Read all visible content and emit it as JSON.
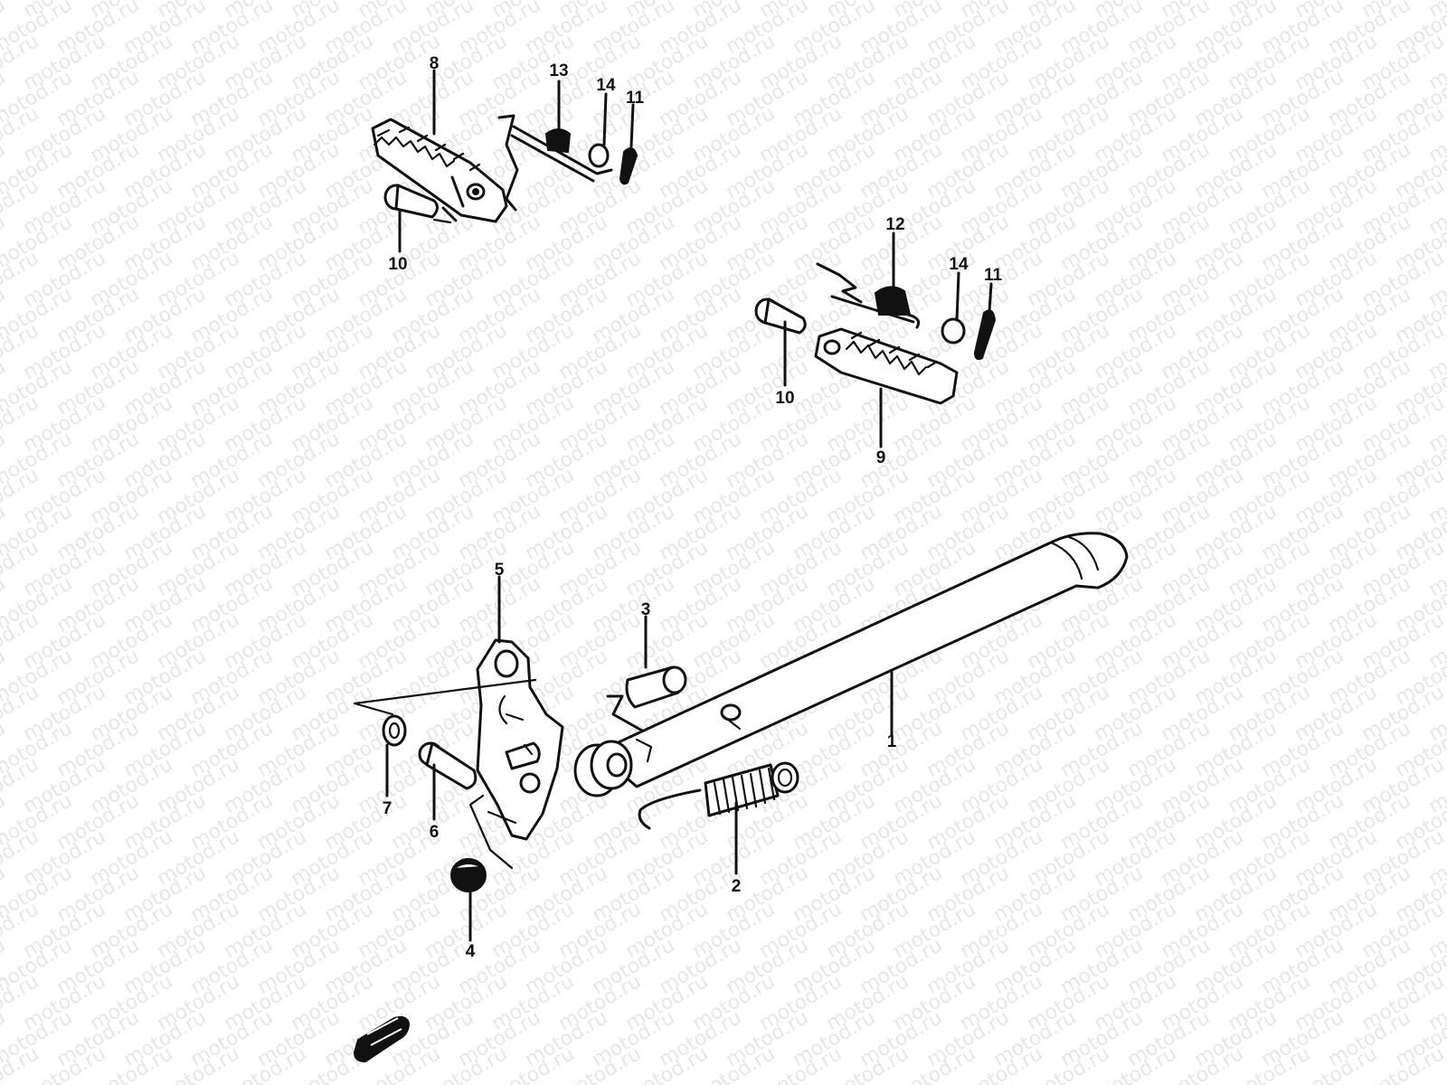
{
  "watermark": {
    "text": "motod.ru"
  },
  "callouts": [
    {
      "id": "c1",
      "label": "1"
    },
    {
      "id": "c2",
      "label": "2"
    },
    {
      "id": "c3",
      "label": "3"
    },
    {
      "id": "c4",
      "label": "4"
    },
    {
      "id": "c5",
      "label": "5"
    },
    {
      "id": "c6",
      "label": "6"
    },
    {
      "id": "c7",
      "label": "7"
    },
    {
      "id": "c8",
      "label": "8"
    },
    {
      "id": "c9",
      "label": "9"
    },
    {
      "id": "c10a",
      "label": "10"
    },
    {
      "id": "c10b",
      "label": "10"
    },
    {
      "id": "c11a",
      "label": "11"
    },
    {
      "id": "c11b",
      "label": "11"
    },
    {
      "id": "c12",
      "label": "12"
    },
    {
      "id": "c13",
      "label": "13"
    },
    {
      "id": "c14a",
      "label": "14"
    },
    {
      "id": "c14b",
      "label": "14"
    }
  ]
}
